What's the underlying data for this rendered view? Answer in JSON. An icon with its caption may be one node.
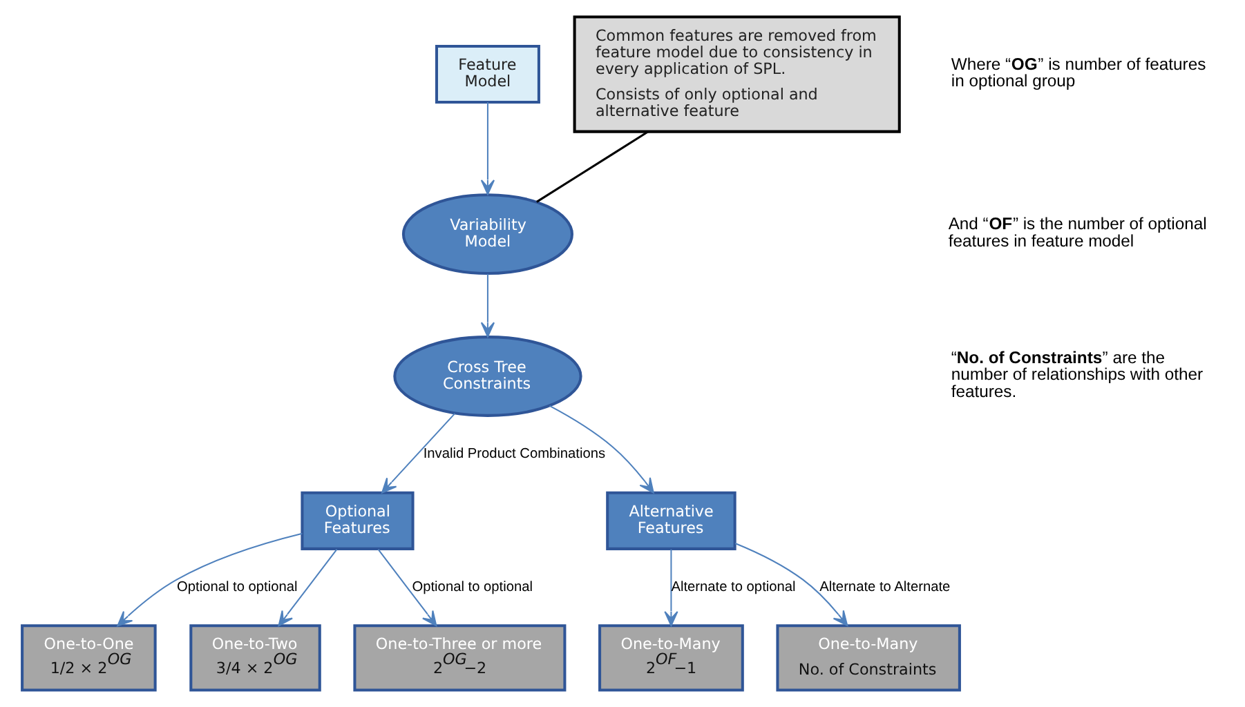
{
  "diagram": {
    "nodes": [
      {
        "text": [
          "Feature Model"
        ]
      },
      {
        "text": [
          "Variability Model"
        ]
      },
      {
        "text": [
          "Cross Tree Constraints"
        ]
      },
      {
        "text": [
          "Optional Features"
        ]
      },
      {
        "text": [
          "Alternative Features"
        ]
      },
      {
        "text": [
          "One-to-One",
          "1/2 × 2$^{OG}$"
        ]
      },
      {
        "text": [
          "One-to-Two",
          "3/4 × 2$^{OG}$"
        ]
      },
      {
        "text": [
          "One-to-Three or more",
          "2$^{OG}$−2"
        ]
      },
      {
        "text": [
          "One-to-Many",
          "2$^{OF}$−1"
        ]
      },
      {
        "text": [
          "One-to-Many",
          "No. of Constraints"
        ]
      },
      {
        "text": [
          "Common features are removed from feature model due to consistency in every application of SPL.",
          "Consists of only optional and alternative feature"
        ]
      }
    ],
    "edges": [
      {
        "from": 0,
        "to": 1,
        "arrow": "to"
      },
      {
        "from": 1,
        "to": 2,
        "arrow": "to"
      },
      {
        "from": 2,
        "to": 3,
        "arrow": "to",
        "label": "Invalid Product Combinations"
      },
      {
        "from": 2,
        "to": 4,
        "arrow": "to"
      },
      {
        "from": 3,
        "to": 5,
        "arrow": "to",
        "label": "Optional to optional"
      },
      {
        "from": 3,
        "to": 6,
        "arrow": "to"
      },
      {
        "from": 3,
        "to": 7,
        "arrow": "to",
        "label": "Optional to optional"
      },
      {
        "from": 4,
        "to": 8,
        "arrow": "to",
        "label": "Alternate to optional"
      },
      {
        "from": 4,
        "to": 9,
        "arrow": "to",
        "label": "Alternate to Alternate"
      },
      {
        "from": 10,
        "to": 1,
        "arrow": "none",
        "color": "#000000"
      }
    ],
    "labels": [
      "Where “**OG**” is number of features in optional group",
      "And “**OF**” is the number of optional features in feature model",
      "“**No. of Constraints**” are the number of relationships with other features."
    ]
  }
}
